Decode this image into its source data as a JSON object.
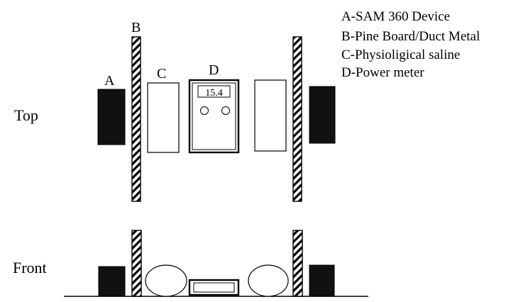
{
  "labels": {
    "a": "A",
    "b": "B",
    "c": "C",
    "d": "D"
  },
  "views": {
    "top": "Top",
    "front": "Front"
  },
  "meter_reading": "15.4",
  "legend": [
    "A-SAM 360 Device",
    "B-Pine Board/Duct Metal",
    "C-Physioligical saline",
    "D-Power meter"
  ],
  "colors": {
    "device": "#111111",
    "stroke": "#000000",
    "background": "#ffffff"
  }
}
